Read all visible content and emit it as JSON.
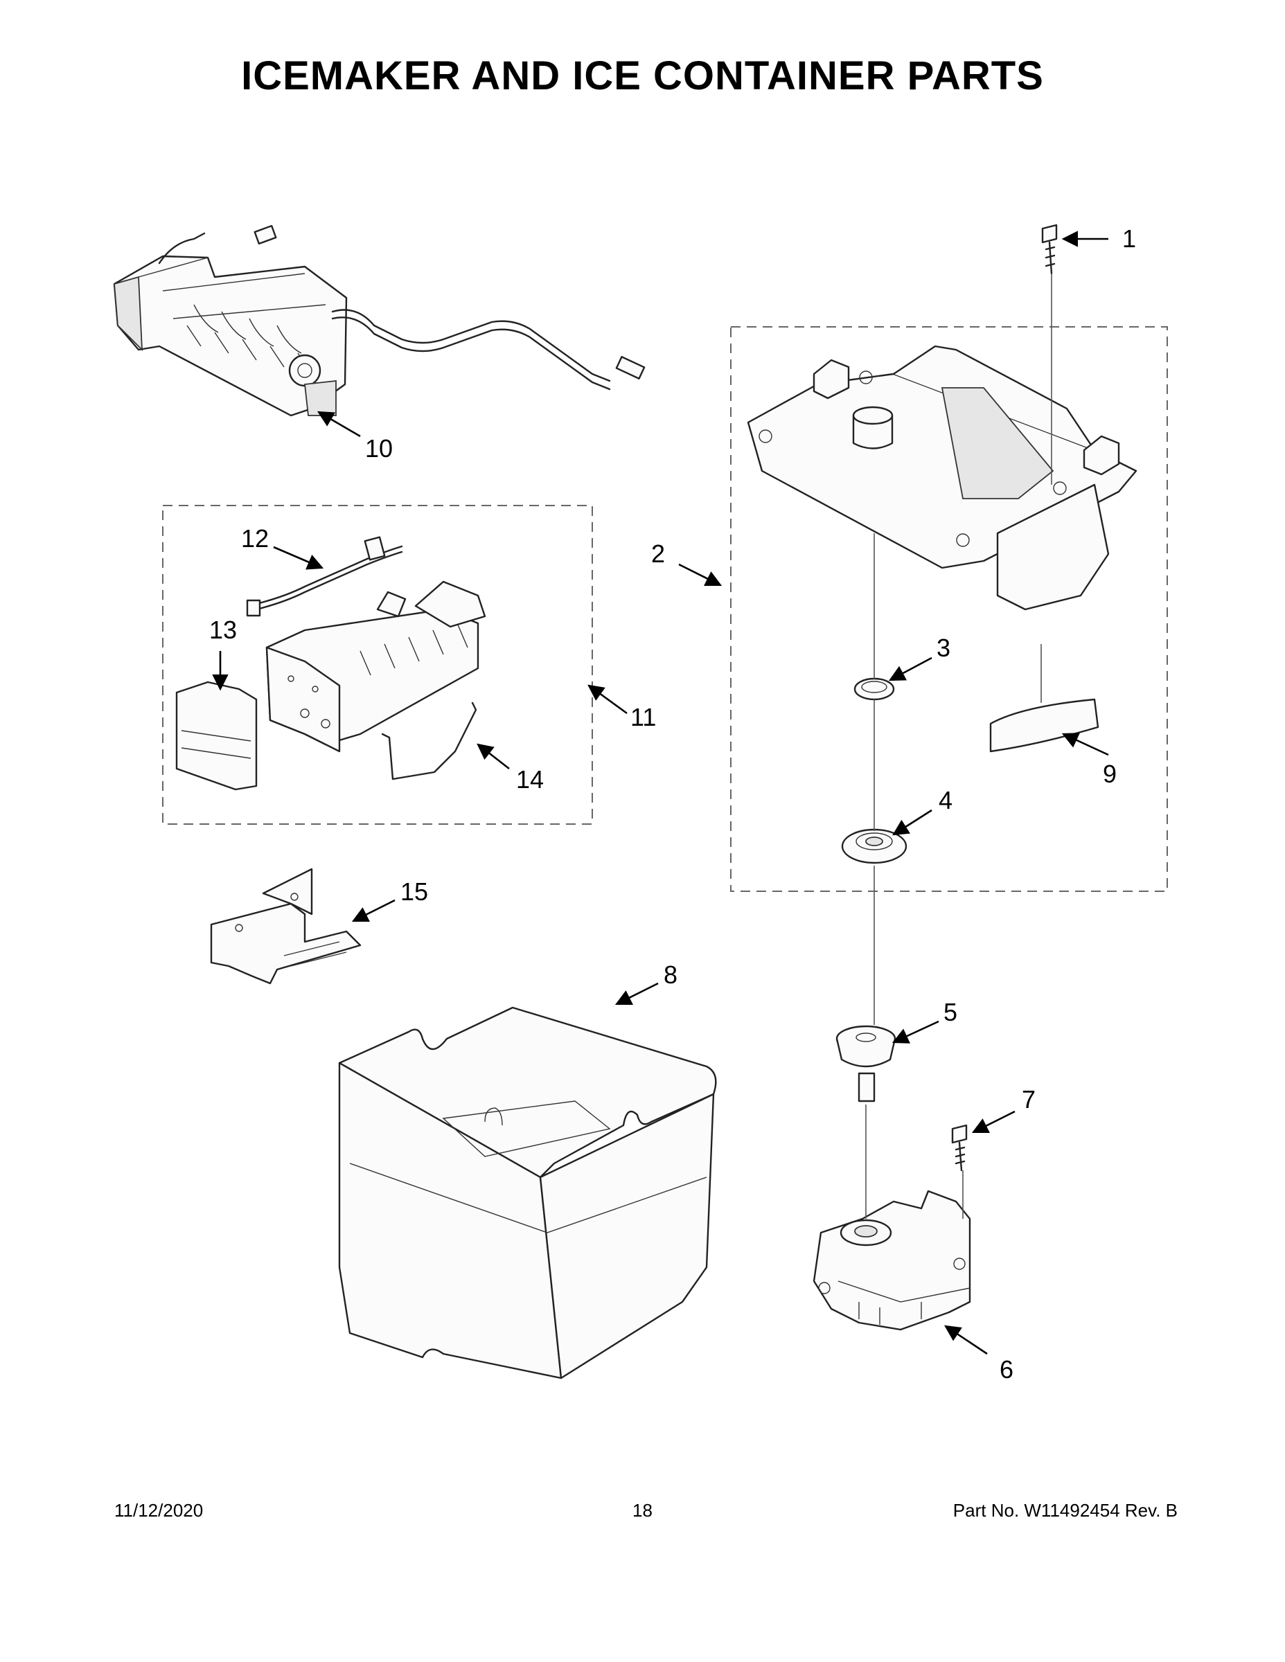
{
  "title": "ICEMAKER AND ICE CONTAINER PARTS",
  "callouts": [
    "1",
    "2",
    "3",
    "4",
    "5",
    "6",
    "7",
    "8",
    "9",
    "10",
    "11",
    "12",
    "13",
    "14",
    "15"
  ],
  "footer": {
    "date": "11/12/2020",
    "page": "18",
    "part_number": "Part No.  W11492454  Rev.  B"
  }
}
